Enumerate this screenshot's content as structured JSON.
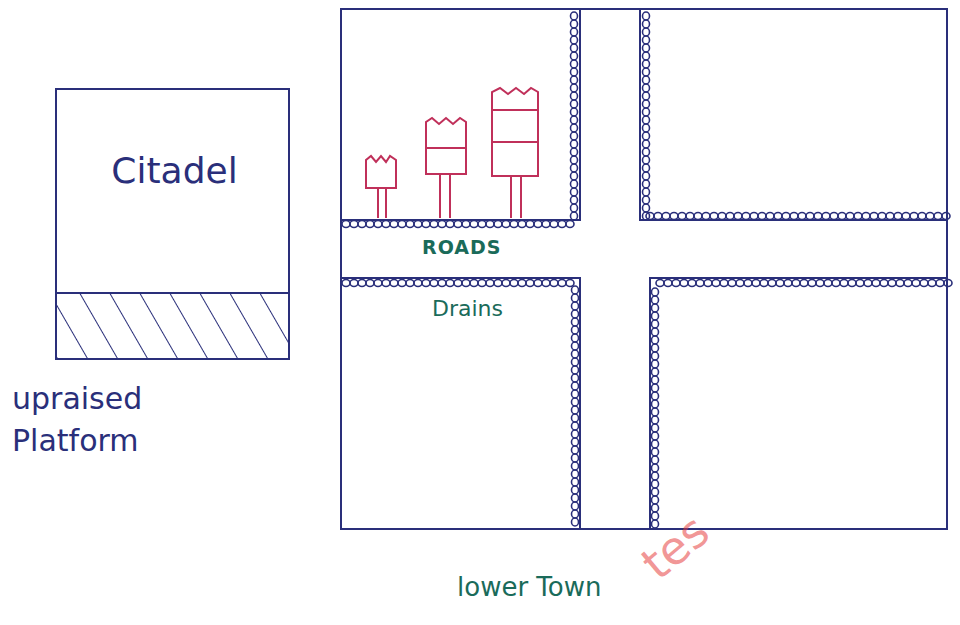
{
  "diagram": {
    "nodes": [
      {
        "text": [
          "Citadel"
        ]
      },
      {
        "text": [
          "lower Town"
        ]
      }
    ],
    "labels": [
      "upraised Platform",
      "ROADS",
      "Drains",
      "tes"
    ]
  }
}
